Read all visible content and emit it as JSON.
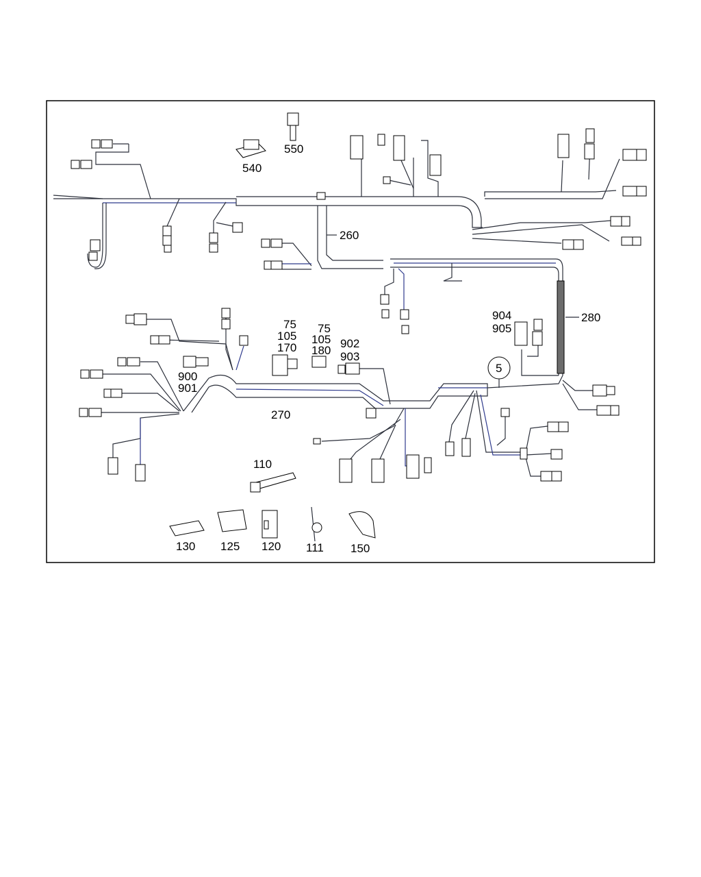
{
  "callouts": {
    "c540": "540",
    "c550": "550",
    "c260": "260",
    "c280": "280",
    "c904": "904",
    "c905": "905",
    "c5": "5",
    "c75a": "75",
    "c105a": "105",
    "c170": "170",
    "c75b": "75",
    "c105b": "105",
    "c180": "180",
    "c902": "902",
    "c903": "903",
    "c900": "900",
    "c901": "901",
    "c270": "270",
    "c110": "110",
    "c130": "130",
    "c125": "125",
    "c120": "120",
    "c111": "111",
    "c150": "150"
  },
  "colors": {
    "frame": "#000000",
    "wire": "#2b2f3a",
    "wire_blue": "#2e3a8c"
  }
}
